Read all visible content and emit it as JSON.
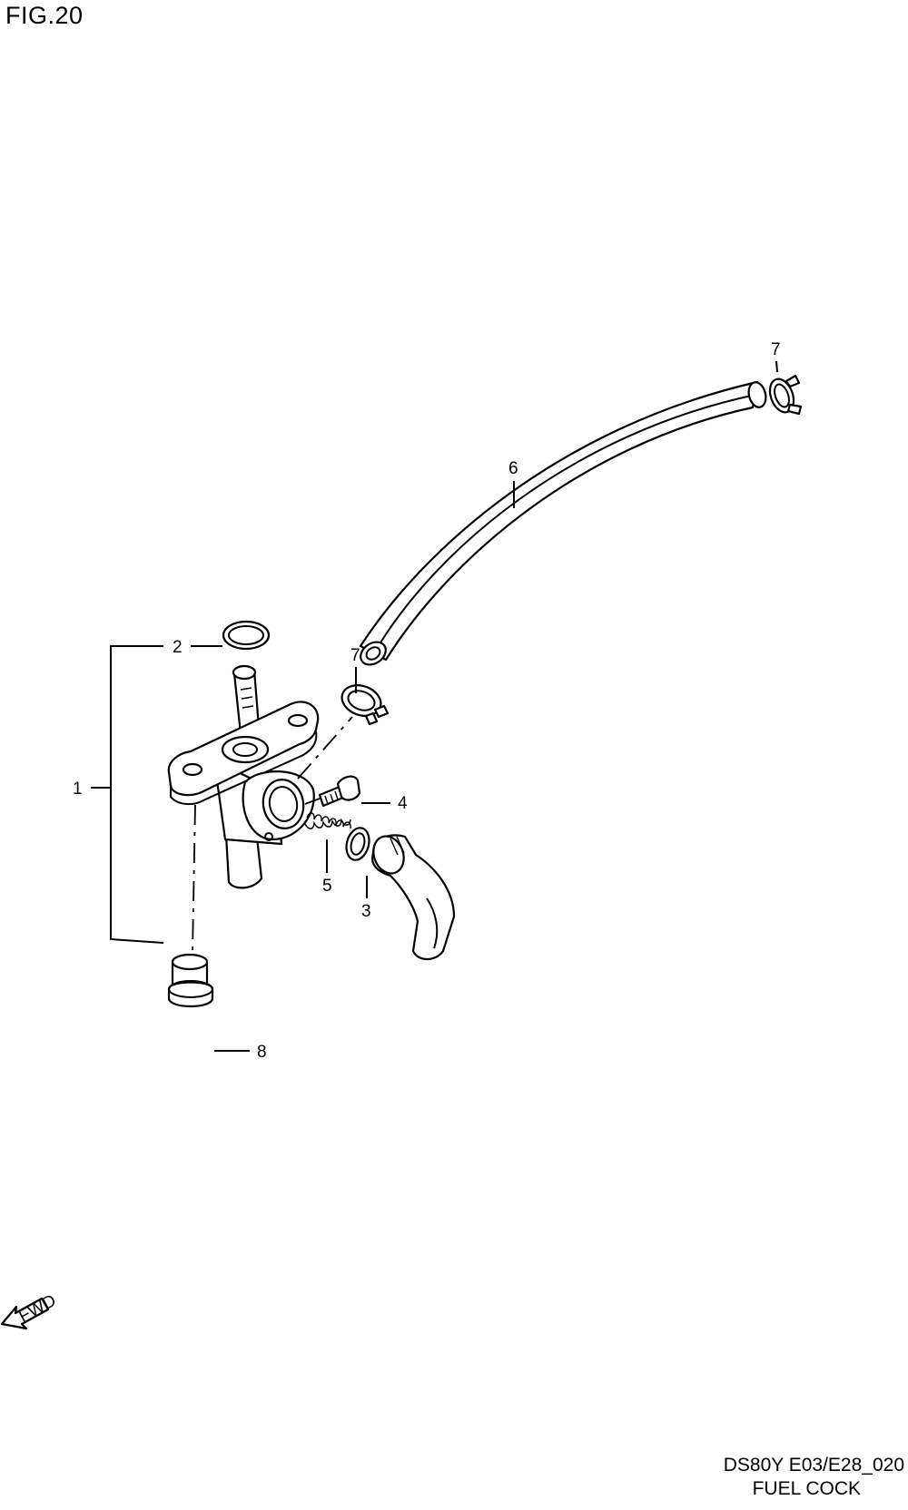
{
  "figure": {
    "title": "FIG.20"
  },
  "footer": {
    "code": "DS80Y E03/E28_020",
    "name": "FUEL COCK"
  },
  "fwd_badge": {
    "text": "FWD"
  },
  "callouts": {
    "c1": "1",
    "c2": "2",
    "c3": "3",
    "c4": "4",
    "c5": "5",
    "c6": "6",
    "c7_top": "7",
    "c7_mid": "7",
    "c8": "8"
  }
}
